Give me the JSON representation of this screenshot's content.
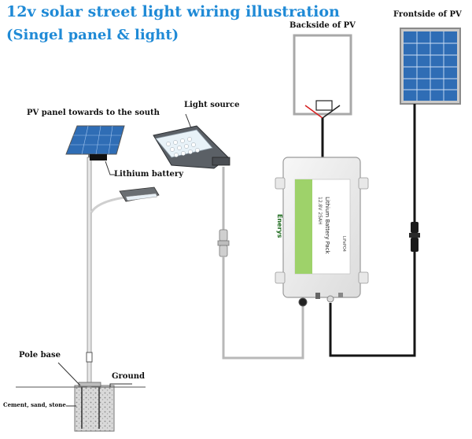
{
  "title_line1": "12v solar street light wiring illustration",
  "title_line2": "(Singel panel & light)",
  "labels": {
    "pv_south": "PV panel towards to the south",
    "light_source": "Light source",
    "lithium_battery": "Lithium battery",
    "pole_base": "Pole base",
    "ground": "Ground",
    "cement": "Cement, sand, stone",
    "backside_pv": "Backside of PV",
    "frontside_pv": "Frontside of PV"
  },
  "battery_box": {
    "brand": "Enerys",
    "line1": "Lithium Battery Pack",
    "line2": "12.8V 25AH",
    "line3": "LiFePO4"
  },
  "colors": {
    "title": "#1f8ad6",
    "panel_blue": "#2f6db5",
    "cable_black": "#151515",
    "cable_gray": "#b8b8b8",
    "box_green": "#9ed26a"
  }
}
